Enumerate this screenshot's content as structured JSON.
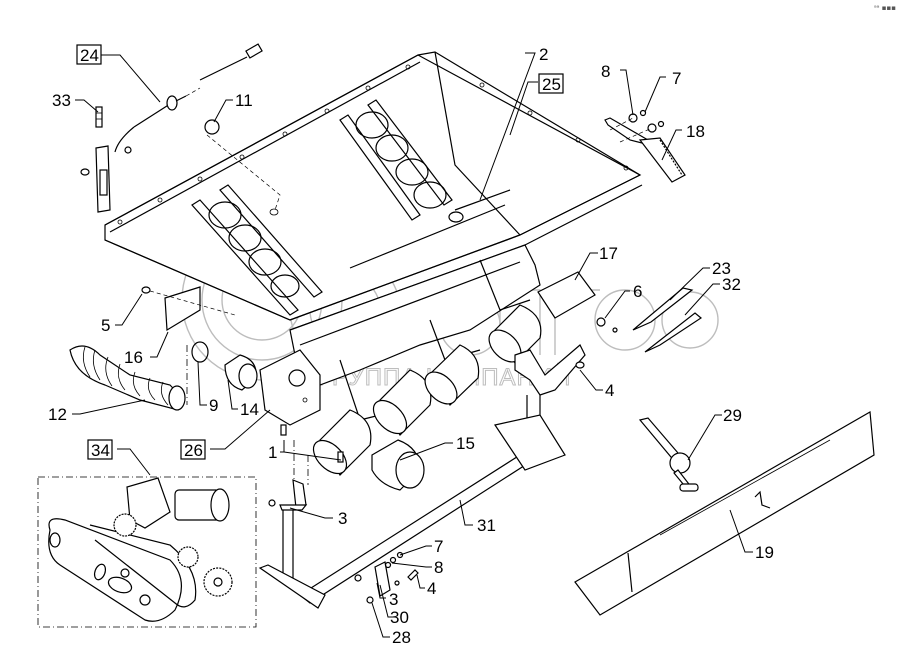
{
  "diagram": {
    "type": "exploded-parts-view",
    "subject": "Hopper / auger assembly with drive unit",
    "callouts": [
      {
        "label": "24",
        "boxed": true,
        "part": "cable / sensor"
      },
      {
        "label": "33",
        "boxed": false,
        "part": "fitting"
      },
      {
        "label": "11",
        "boxed": false,
        "part": "plug"
      },
      {
        "label": "2",
        "boxed": false,
        "part": "bolt"
      },
      {
        "label": "25",
        "boxed": true,
        "part": "hopper"
      },
      {
        "label": "8",
        "boxed": false,
        "part": "washer"
      },
      {
        "label": "7",
        "boxed": false,
        "part": "nut"
      },
      {
        "label": "18",
        "boxed": false,
        "part": "brush strip"
      },
      {
        "label": "5",
        "boxed": false,
        "part": "bolt"
      },
      {
        "label": "16",
        "boxed": false,
        "part": "plate"
      },
      {
        "label": "17",
        "boxed": false,
        "part": "cover"
      },
      {
        "label": "6",
        "boxed": false,
        "part": "bolt"
      },
      {
        "label": "23",
        "boxed": false,
        "part": "blade"
      },
      {
        "label": "32",
        "boxed": false,
        "part": "blade"
      },
      {
        "label": "12",
        "boxed": false,
        "part": "hose"
      },
      {
        "label": "9",
        "boxed": false,
        "part": "clamp"
      },
      {
        "label": "14",
        "boxed": false,
        "part": "sleeve"
      },
      {
        "label": "26",
        "boxed": true,
        "part": "housing"
      },
      {
        "label": "4",
        "boxed": false,
        "part": "bolt"
      },
      {
        "label": "29",
        "boxed": false,
        "part": "handle"
      },
      {
        "label": "1",
        "boxed": false,
        "part": "set screw"
      },
      {
        "label": "15",
        "boxed": false,
        "part": "tube"
      },
      {
        "label": "34",
        "boxed": true,
        "part": "drive unit"
      },
      {
        "label": "3",
        "boxed": false,
        "part": "bracket"
      },
      {
        "label": "31",
        "boxed": false,
        "part": "frame"
      },
      {
        "label": "19",
        "boxed": false,
        "part": "deflector"
      },
      {
        "label": "7",
        "boxed": false,
        "part": "nut"
      },
      {
        "label": "8",
        "boxed": false,
        "part": "washer"
      },
      {
        "label": "4",
        "boxed": false,
        "part": "bolt"
      },
      {
        "label": "3",
        "boxed": false,
        "part": "bracket"
      },
      {
        "label": "30",
        "boxed": false,
        "part": "plate"
      },
      {
        "label": "28",
        "boxed": false,
        "part": "nut"
      }
    ]
  },
  "watermark": {
    "brand": "белагро",
    "subtitle": "ГРУППА КОМПАНИЙ"
  },
  "corner_mark": "ᵃᵃ ▪▪▪"
}
